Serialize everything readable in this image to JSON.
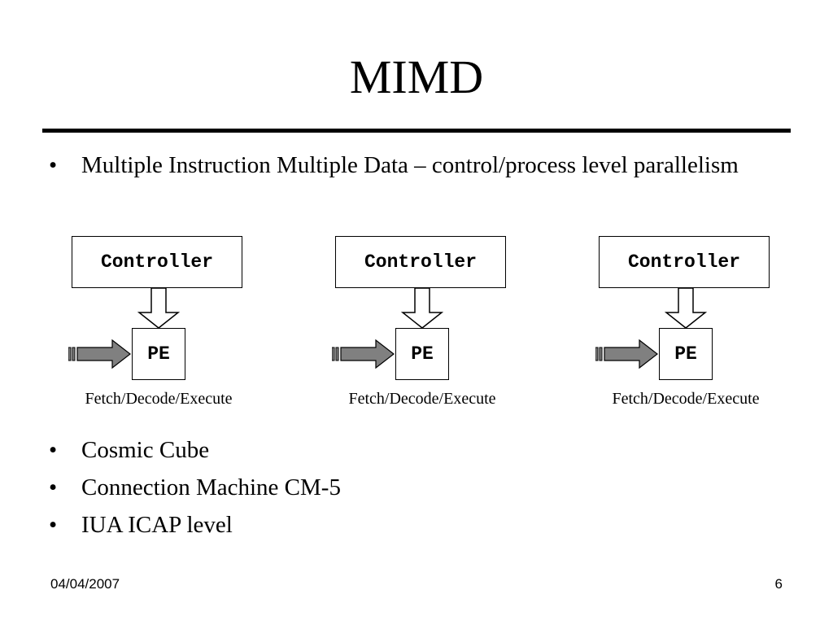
{
  "slide": {
    "title": "MIMD",
    "bullets_top": [
      "Multiple Instruction Multiple Data – control/process level parallelism"
    ],
    "bullets_bottom": [
      "Cosmic Cube",
      "Connection Machine CM-5",
      "IUA ICAP level"
    ],
    "bullet_glyph": "•"
  },
  "diagram": {
    "units": [
      {
        "controller": "Controller",
        "pe": "PE",
        "caption": "Fetch/Decode/Execute"
      },
      {
        "controller": "Controller",
        "pe": "PE",
        "caption": "Fetch/Decode/Execute"
      },
      {
        "controller": "Controller",
        "pe": "PE",
        "caption": "Fetch/Decode/Execute"
      }
    ],
    "arrow_fill": "#808080",
    "down_arrow_fill": "#ffffff"
  },
  "footer": {
    "date": "04/04/2007",
    "page": "6"
  }
}
